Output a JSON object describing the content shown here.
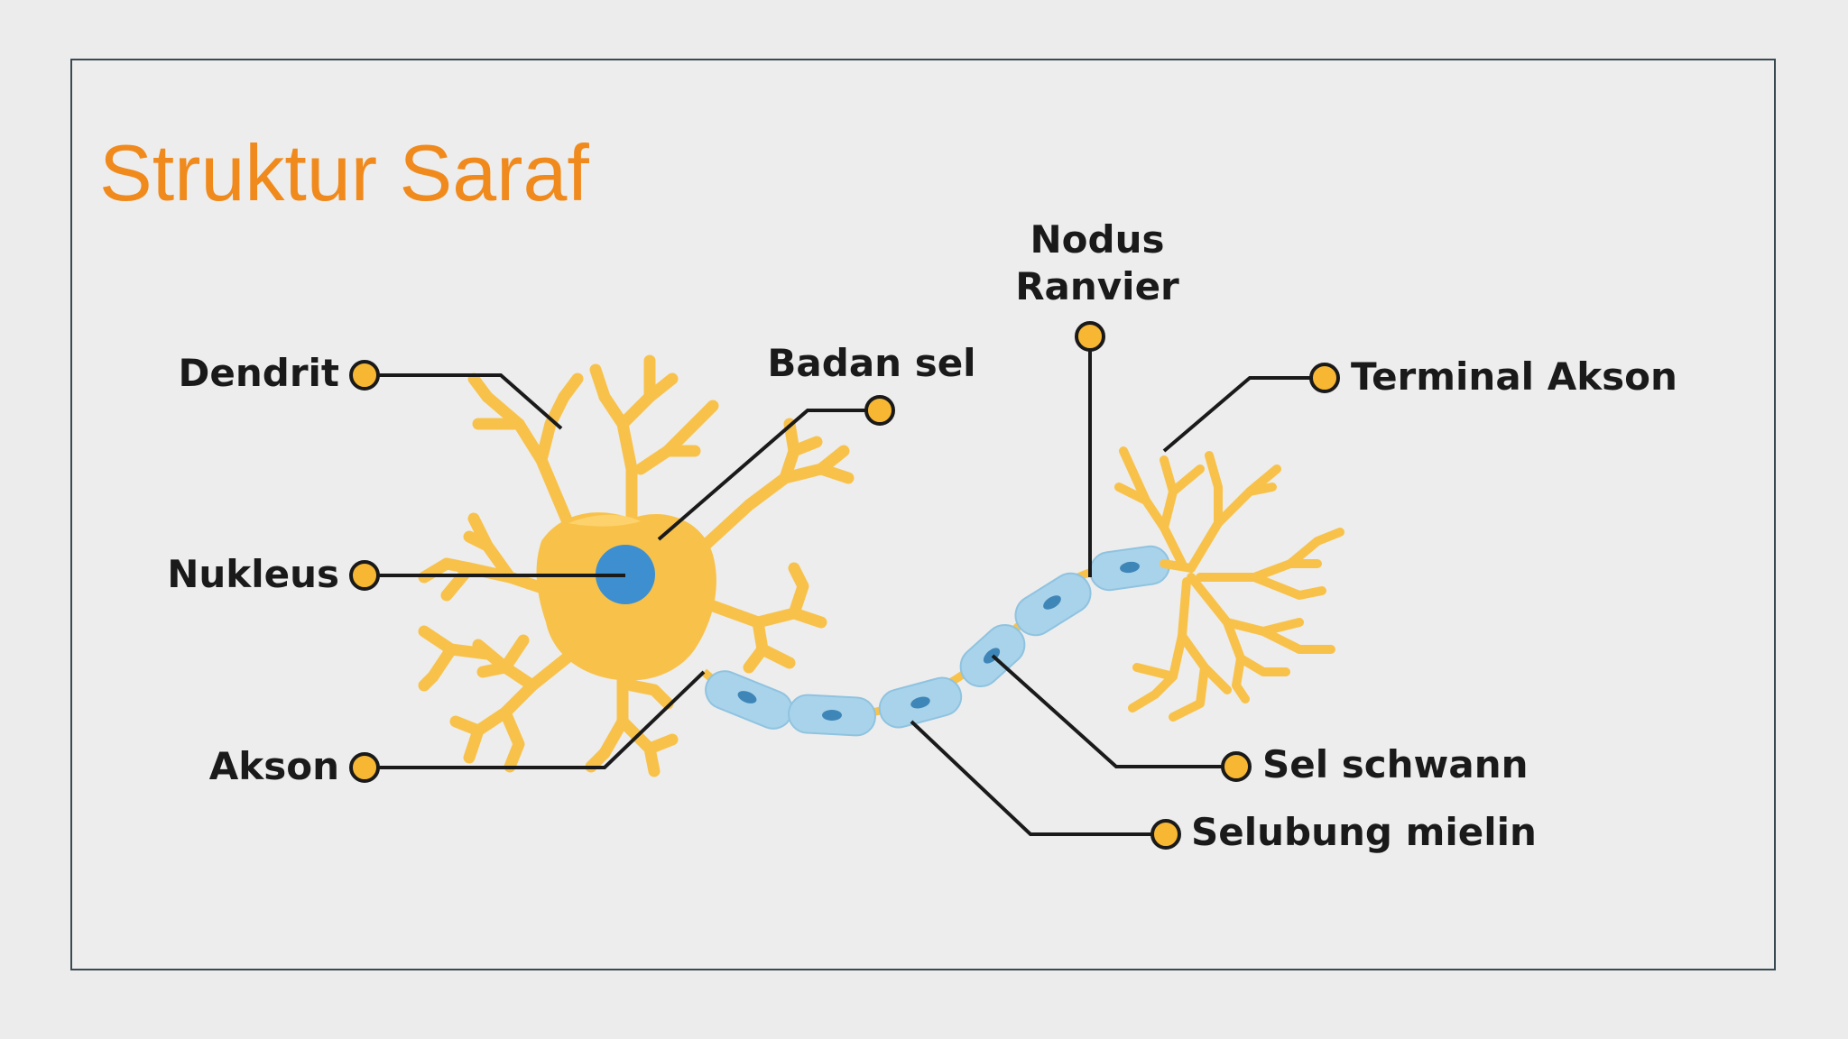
{
  "slide": {
    "title": "Struktur Saraf"
  },
  "diagram": {
    "labels": {
      "dendrit": "Dendrit",
      "nukleus": "Nukleus",
      "akson": "Akson",
      "badan_sel": "Badan sel",
      "nodus_ranvier_line1": "Nodus",
      "nodus_ranvier_line2": "Ranvier",
      "terminal_akson": "Terminal Akson",
      "sel_schwann": "Sel schwann",
      "selubung_mielin": "Selubung mielin"
    },
    "colors": {
      "neuron": "#f8c24a",
      "nucleus": "#3d8fd0",
      "myelin": "#a9d3ea",
      "schwann_nucleus": "#3f86b8",
      "marker": "#f7b733",
      "leader": "#1a1a1a",
      "title": "#f08a1c"
    }
  }
}
